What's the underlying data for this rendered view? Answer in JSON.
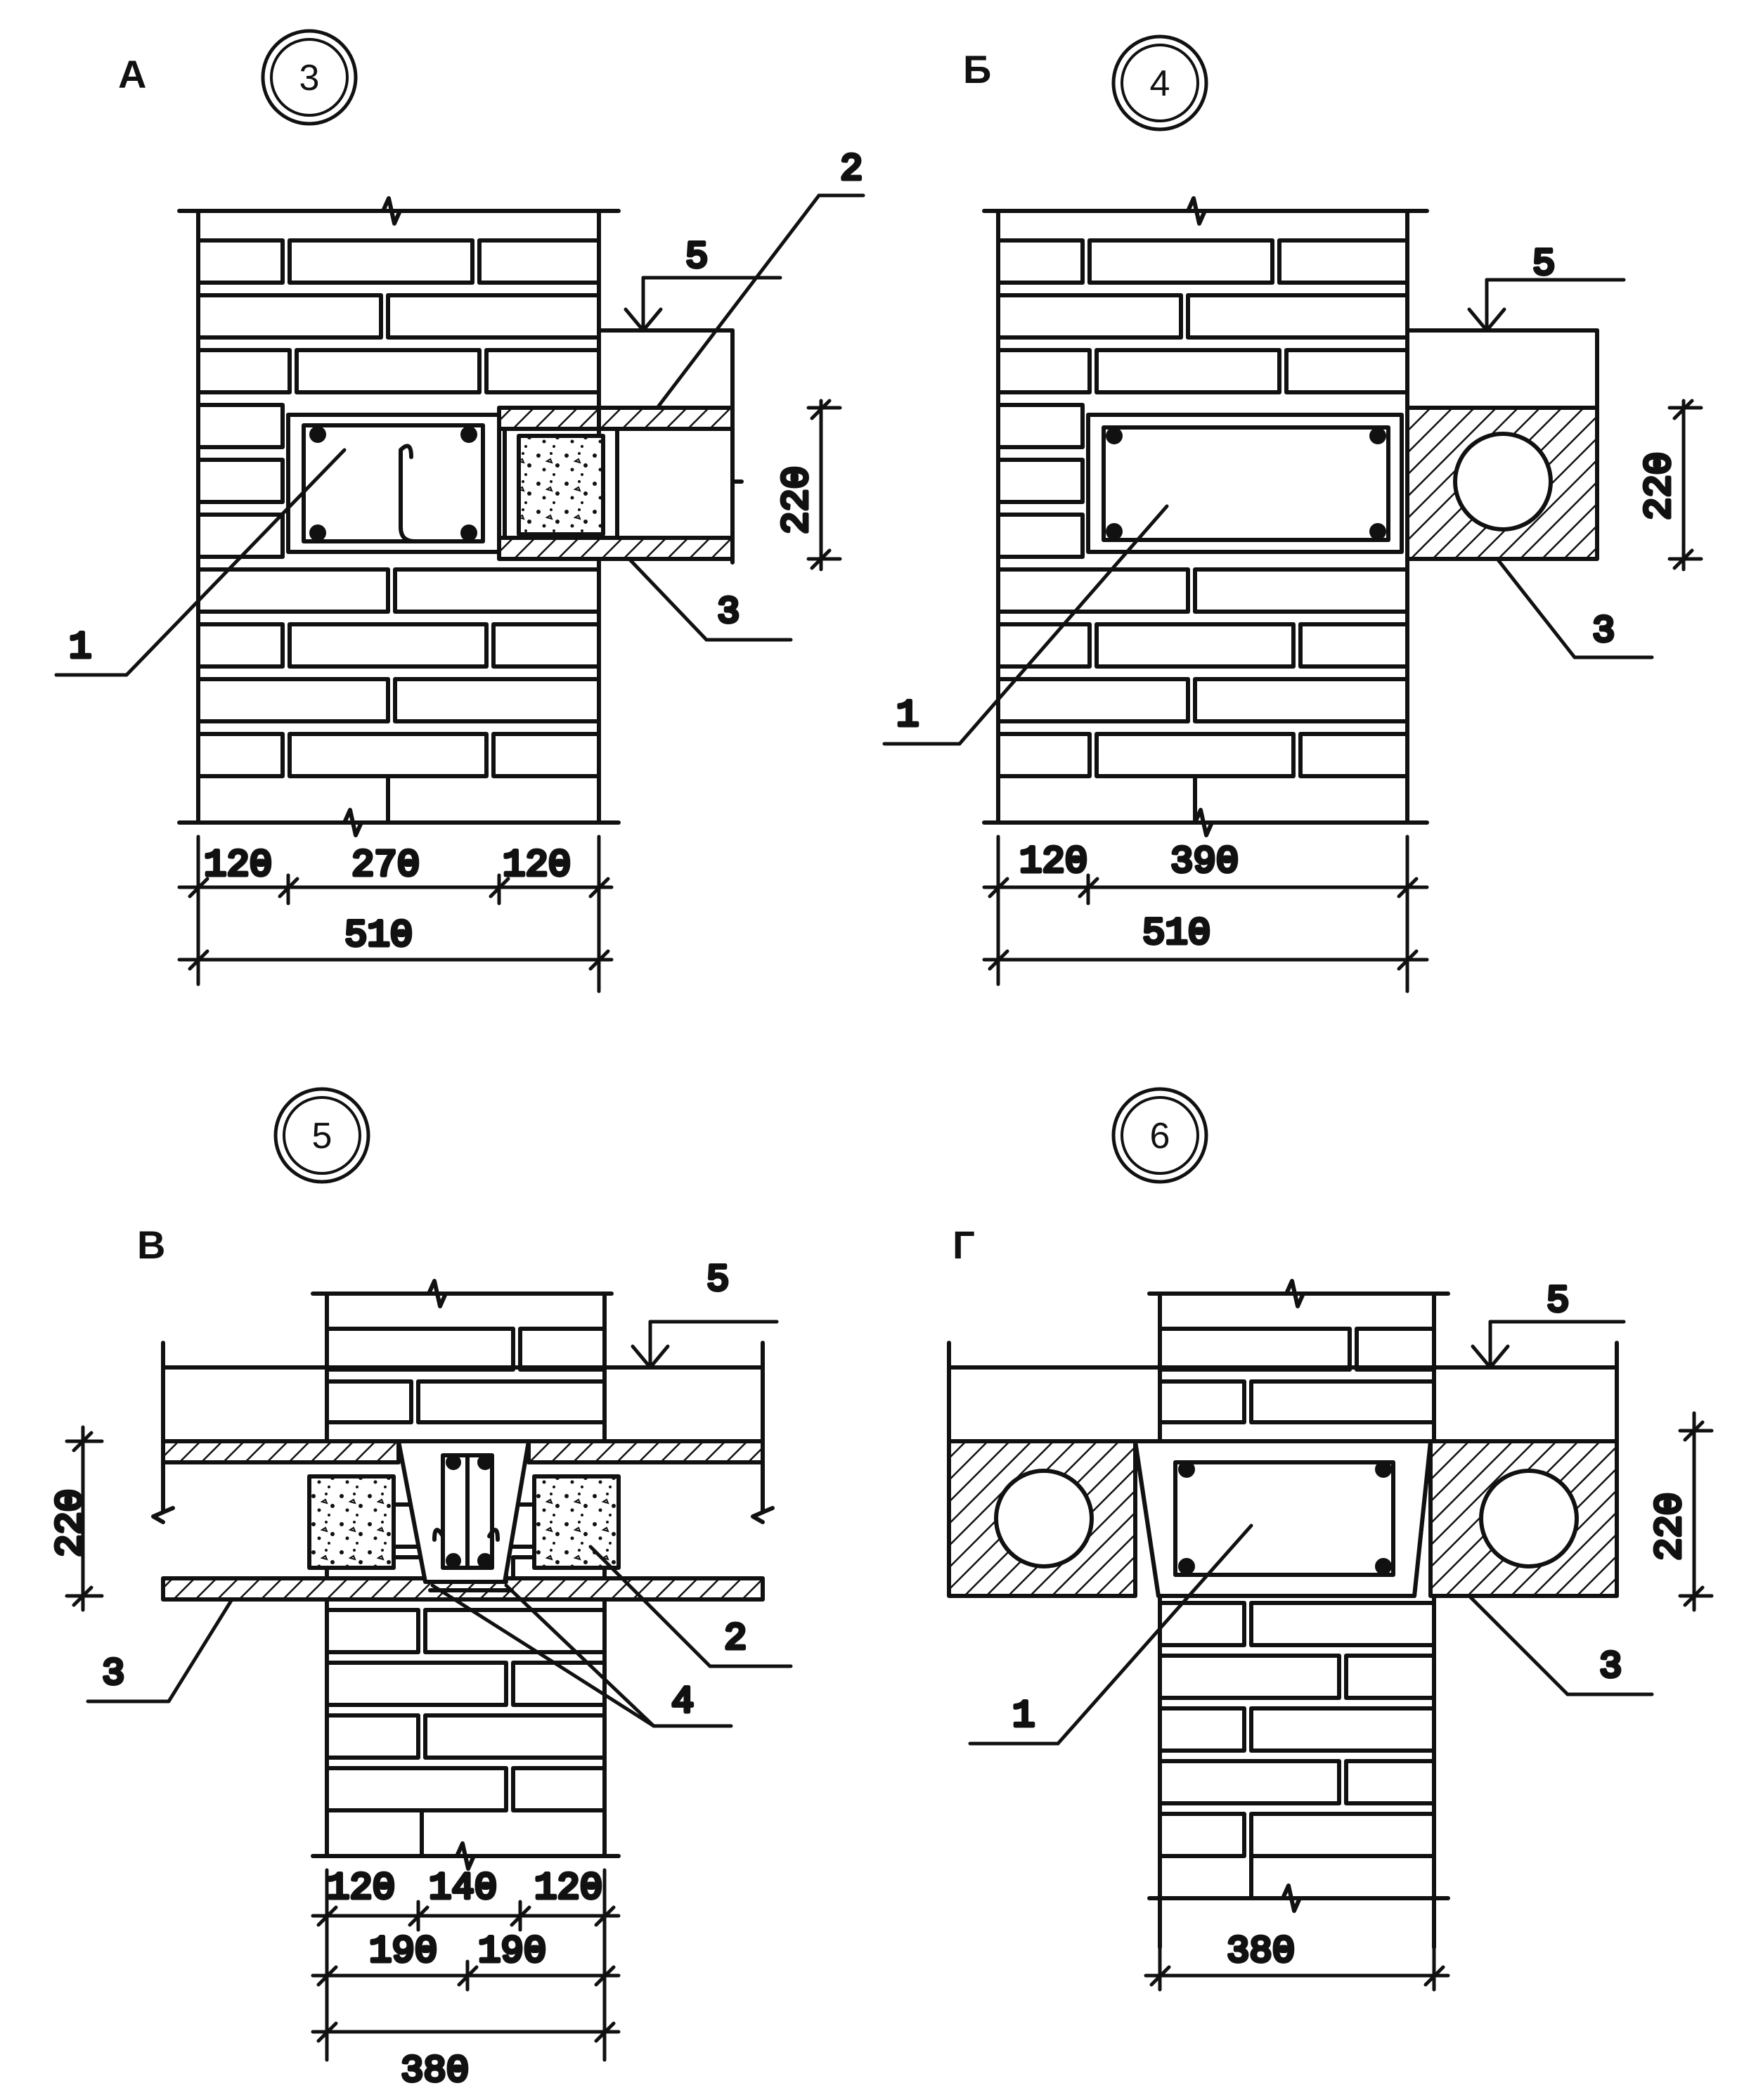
{
  "panels": [
    {
      "id": "A",
      "letter": "А",
      "circle_number": "3",
      "callouts": {
        "lintel": "1",
        "insulation": "2",
        "slab": "3",
        "top": "5"
      },
      "dims": {
        "left": "120",
        "middle": "270",
        "right": "120",
        "total": "510",
        "height": "220"
      }
    },
    {
      "id": "B",
      "letter": "Б",
      "circle_number": "4",
      "callouts": {
        "lintel": "1",
        "slab": "3",
        "top": "5"
      },
      "dims": {
        "left": "120",
        "middle": "390",
        "total": "510",
        "height": "220"
      }
    },
    {
      "id": "V",
      "letter": "В",
      "circle_number": "5",
      "callouts": {
        "slab": "3",
        "insulation": "2",
        "anchor": "4",
        "top": "5"
      },
      "dims": {
        "a": "120",
        "b": "140",
        "c": "120",
        "d": "190",
        "e": "190",
        "total": "380",
        "height": "220"
      }
    },
    {
      "id": "G",
      "letter": "Г",
      "circle_number": "6",
      "callouts": {
        "lintel": "1",
        "slab": "3",
        "top": "5"
      },
      "dims": {
        "total": "380",
        "height": "220"
      }
    }
  ]
}
